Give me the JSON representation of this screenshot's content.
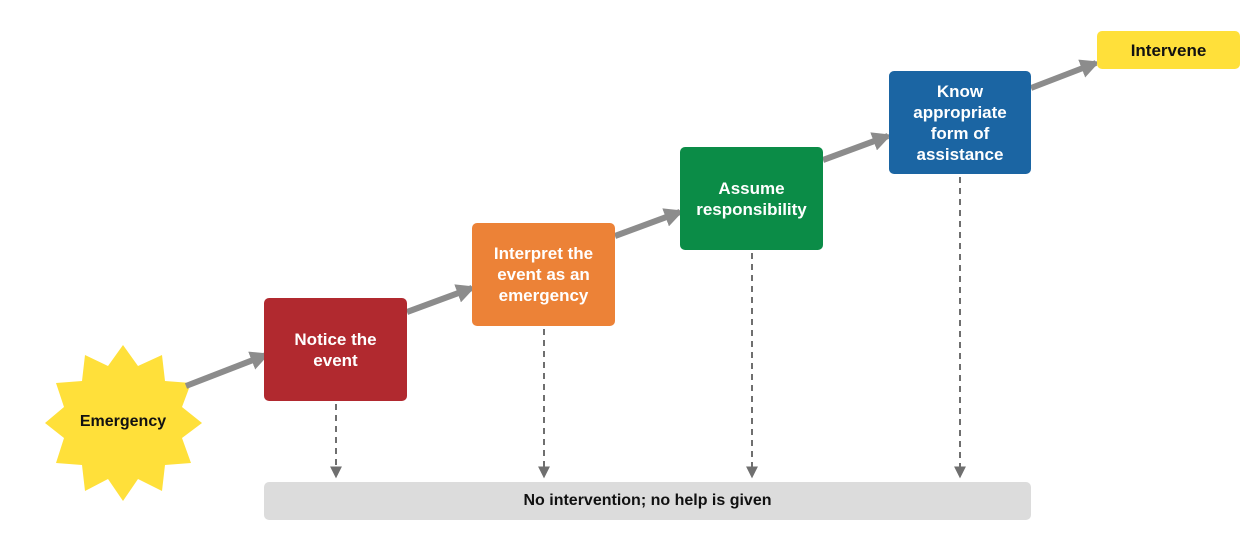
{
  "start": {
    "label": "Emergency",
    "shape": "starburst",
    "color": "#FFE03A"
  },
  "steps": [
    {
      "label": "Notice the event",
      "color": "#B1292F"
    },
    {
      "label": "Interpret the event as an emergency",
      "color": "#EC8237"
    },
    {
      "label": "Assume responsibility",
      "color": "#0B8C47"
    },
    {
      "label": "Know appropriate form of assistance",
      "color": "#1B65A3"
    }
  ],
  "outcome_success": {
    "label": "Intervene",
    "color": "#FFE03A"
  },
  "outcome_failure": {
    "label": "No intervention; no help is given",
    "color": "#DCDCDC"
  },
  "connector_color": "#8C8C8C"
}
